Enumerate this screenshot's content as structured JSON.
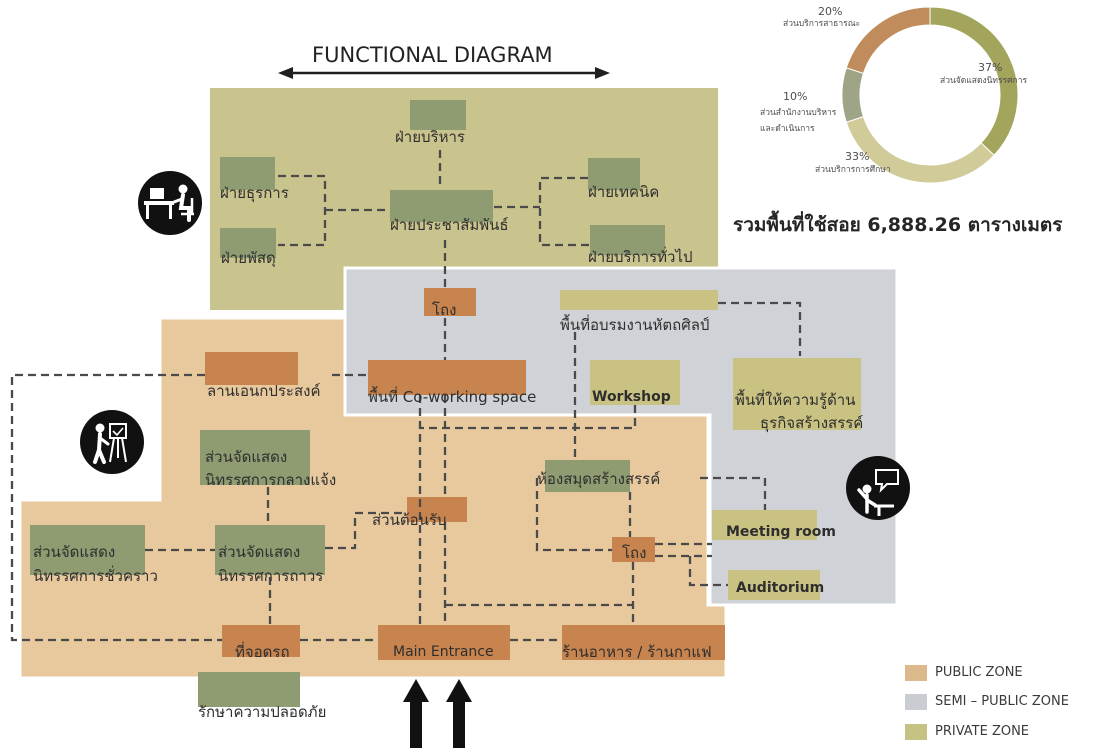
{
  "diagram": {
    "title": "FUNCTIONAL DIAGRAM",
    "total_area": "รวมพื้นที่ใช้สอย 6,888.26 ตารางเมตร"
  },
  "colors": {
    "private_zone": "#c9c38d",
    "semi_public_zone": "#cfd3d7",
    "public_zone": "#e8c99e",
    "brown_box": "#c8844f",
    "green_box": "#8f9b71",
    "khaki_box": "#c9c283",
    "connector": "#4a4a4a",
    "icon": "#111111"
  },
  "chart_data": {
    "type": "pie",
    "donut": true,
    "segments": [
      {
        "value": 37,
        "label": "37%",
        "name": [
          "ส่วนจัดแสดงนิทรรศการ"
        ],
        "color": "#a4a55c"
      },
      {
        "value": 33,
        "label": "33%",
        "name": [
          "ส่วนบริการการศึกษา"
        ],
        "color": "#d0cb99"
      },
      {
        "value": 10,
        "label": "10%",
        "name": [
          "ส่วนสำนักงานบริหาร",
          "และดำเนินการ"
        ],
        "color": "#9ea486"
      },
      {
        "value": 20,
        "label": "20%",
        "name": [
          "ส่วนบริการสาธารณะ"
        ],
        "color": "#c08c5c"
      }
    ]
  },
  "private_zone": {
    "admin": "ฝ่ายบริหาร",
    "general_affairs": "ฝ่ายธุรการ",
    "supplies": "ฝ่ายพัสดุ",
    "public_relations": "ฝ่ายประชาสัมพันธ์",
    "technical": "ฝ่ายเทคนิค",
    "general_services": "ฝ่ายบริการทั่วไป"
  },
  "semi_public_zone": {
    "hall": "โถง",
    "craft_training": "พื้นที่อบรมงานหัตถศิลป์",
    "coworking": "พื้นที่ Co-working space",
    "workshop": "Workshop",
    "creative_business": [
      "พื้นที่ให้ความรู้ด้าน",
      "ธุรกิจสร้างสรรค์"
    ],
    "meeting_room": "Meeting room",
    "auditorium": "Auditorium"
  },
  "public_zone": {
    "multipurpose": "ลานเอนกประสงค์",
    "outdoor_exhibit": [
      "ส่วนจัดแสดง",
      "นิทรรศการกลางแจ้ง"
    ],
    "temporary_exhibit": [
      "ส่วนจัดแสดง",
      "นิทรรศการชั่วคราว"
    ],
    "permanent_exhibit": [
      "ส่วนจัดแสดง",
      "นิทรรศการถาวร"
    ],
    "reception": "ส่วนต้อนรับ",
    "library": "ห้องสมุดสร้างสรรค์",
    "hall": "โถง",
    "parking": "ที่จอดรถ",
    "main_entrance": "Main Entrance",
    "cafe": "ร้านอาหาร / ร้านกาแฟ",
    "security": "รักษาความปลอดภัย"
  },
  "legend": [
    {
      "label": "PUBLIC ZONE",
      "color": "#dcb98b"
    },
    {
      "label": "SEMI – PUBLIC ZONE",
      "color": "#c9ccd1"
    },
    {
      "label": "PRIVATE ZONE",
      "color": "#c6c283"
    }
  ],
  "icons": {
    "office": "office-desk-icon",
    "exhibition": "exhibition-viewer-icon",
    "learning": "presentation-speech-icon",
    "entrance": "up-arrow-icon"
  }
}
